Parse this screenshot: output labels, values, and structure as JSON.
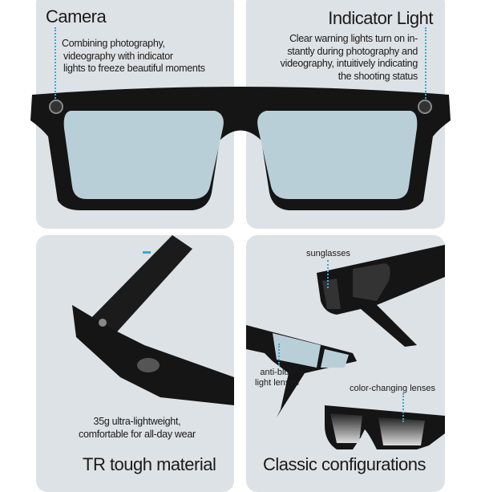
{
  "panels": {
    "camera": {
      "title": "Camera",
      "description": [
        "Combining photography,",
        "videography with indicator",
        "lights to freeze beautiful moments"
      ]
    },
    "indicator": {
      "title": "Indicator Light",
      "description": [
        "Clear warning lights turn on in-",
        "stantly during photography and",
        "videography, intuitively indicating",
        "the shooting status"
      ]
    },
    "material": {
      "caption": [
        "35g ultra-lightweight,",
        "comfortable for all-day wear"
      ],
      "title": "TR tough material"
    },
    "configurations": {
      "labels": {
        "sunglasses": "sunglasses",
        "anti_blue": [
          "anti-blue",
          "light lenses"
        ],
        "color_changing": "color-changing lenses"
      },
      "title": "Classic configurations"
    }
  },
  "colors": {
    "panel_bg": "#dde2e6",
    "lens_blue": "#b9cfd8",
    "frame": "#141414",
    "accent_dots": "#3fa7c9"
  }
}
